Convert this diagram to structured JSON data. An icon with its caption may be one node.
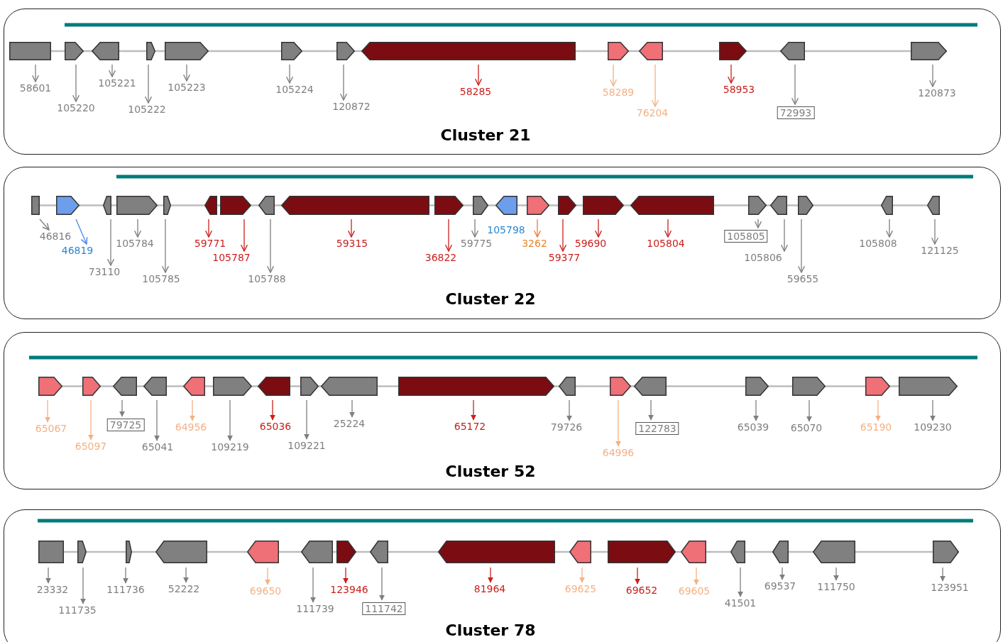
{
  "diagram": {
    "nodes": [
      {
        "text": [
          "Cluster 21"
        ]
      },
      {
        "text": [],
        "shape": "arrow",
        "in": 0
      },
      {
        "text": [
          "58601"
        ],
        "in": 0
      },
      {
        "text": [],
        "shape": "arrow",
        "in": 0
      },
      {
        "text": [
          "105220"
        ],
        "in": 0
      },
      {
        "text": [],
        "shape": "arrow",
        "in": 0
      },
      {
        "text": [
          "105221"
        ],
        "in": 0
      },
      {
        "text": [],
        "shape": "arrow",
        "in": 0
      },
      {
        "text": [
          "105222"
        ],
        "in": 0
      },
      {
        "text": [],
        "shape": "arrow",
        "in": 0
      },
      {
        "text": [
          "105223"
        ],
        "in": 0
      },
      {
        "text": [],
        "shape": "arrow",
        "in": 0
      },
      {
        "text": [
          "105224"
        ],
        "in": 0
      },
      {
        "text": [],
        "shape": "arrow",
        "in": 0
      },
      {
        "text": [
          "120872"
        ],
        "in": 0
      },
      {
        "text": [],
        "shape": "arrow",
        "in": 0
      },
      {
        "text": [
          "58285"
        ],
        "in": 0
      },
      {
        "text": [],
        "shape": "arrow",
        "in": 0
      },
      {
        "text": [
          "58289"
        ],
        "in": 0
      },
      {
        "text": [],
        "shape": "arrow",
        "in": 0
      },
      {
        "text": [
          "76204"
        ],
        "in": 0
      },
      {
        "text": [],
        "shape": "arrow",
        "in": 0
      },
      {
        "text": [
          "58953"
        ],
        "in": 0
      },
      {
        "text": [],
        "shape": "arrow",
        "in": 0
      },
      {
        "text": [
          "72993"
        ],
        "in": 0
      },
      {
        "text": [],
        "shape": "arrow",
        "in": 0
      },
      {
        "text": [
          "120873"
        ],
        "in": 0
      },
      {
        "text": [
          "Cluster 22"
        ]
      },
      {
        "text": [],
        "shape": "arrow",
        "in": 27
      },
      {
        "text": [
          "46816"
        ],
        "in": 27
      },
      {
        "text": [],
        "shape": "arrow",
        "in": 27
      },
      {
        "text": [
          "46819"
        ],
        "in": 27
      },
      {
        "text": [],
        "shape": "arrow",
        "in": 27
      },
      {
        "text": [
          "73110"
        ],
        "in": 27
      },
      {
        "text": [],
        "shape": "arrow",
        "in": 27
      },
      {
        "text": [
          "105784"
        ],
        "in": 27
      },
      {
        "text": [],
        "shape": "arrow",
        "in": 27
      },
      {
        "text": [
          "105785"
        ],
        "in": 27
      },
      {
        "text": [],
        "shape": "arrow",
        "in": 27
      },
      {
        "text": [
          "59771"
        ],
        "in": 27
      },
      {
        "text": [],
        "shape": "arrow",
        "in": 27
      },
      {
        "text": [
          "105787"
        ],
        "in": 27
      },
      {
        "text": [],
        "shape": "arrow",
        "in": 27
      },
      {
        "text": [
          "105788"
        ],
        "in": 27
      },
      {
        "text": [],
        "shape": "arrow",
        "in": 27
      },
      {
        "text": [
          "59315"
        ],
        "in": 27
      },
      {
        "text": [],
        "shape": "arrow",
        "in": 27
      },
      {
        "text": [
          "36822"
        ],
        "in": 27
      },
      {
        "text": [],
        "shape": "arrow",
        "in": 27
      },
      {
        "text": [
          "59775"
        ],
        "in": 27
      },
      {
        "text": [],
        "shape": "arrow",
        "in": 27,
        "beside": [
          "105798"
        ]
      },
      {
        "text": [],
        "shape": "arrow",
        "in": 27
      },
      {
        "text": [
          "3262"
        ],
        "in": 27
      },
      {
        "text": [],
        "shape": "arrow",
        "in": 27
      },
      {
        "text": [
          "59377"
        ],
        "in": 27
      },
      {
        "text": [],
        "shape": "arrow",
        "in": 27
      },
      {
        "text": [
          "59690"
        ],
        "in": 27
      },
      {
        "text": [],
        "shape": "arrow",
        "in": 27
      },
      {
        "text": [
          "105804"
        ],
        "in": 27
      },
      {
        "text": [],
        "shape": "arrow",
        "in": 27
      },
      {
        "text": [
          "105805"
        ],
        "in": 27
      },
      {
        "text": [],
        "shape": "arrow",
        "in": 27
      },
      {
        "text": [
          "105806"
        ],
        "in": 27
      },
      {
        "text": [],
        "shape": "arrow",
        "in": 27
      },
      {
        "text": [
          "59655"
        ],
        "in": 27
      },
      {
        "text": [],
        "shape": "arrow",
        "in": 27
      },
      {
        "text": [
          "105808"
        ],
        "in": 27
      },
      {
        "text": [],
        "shape": "arrow",
        "in": 27
      },
      {
        "text": [
          "121125"
        ],
        "in": 27
      },
      {
        "text": [
          "Cluster 52"
        ]
      },
      {
        "text": [],
        "shape": "arrow",
        "in": 69
      },
      {
        "text": [
          "65067"
        ],
        "in": 69
      },
      {
        "text": [],
        "shape": "arrow",
        "in": 69
      },
      {
        "text": [
          "65097"
        ],
        "in": 69
      },
      {
        "text": [],
        "shape": "arrow",
        "in": 69
      },
      {
        "text": [
          "79725"
        ],
        "in": 69
      },
      {
        "text": [],
        "shape": "arrow",
        "in": 69
      },
      {
        "text": [
          "65041"
        ],
        "in": 69
      },
      {
        "text": [],
        "shape": "arrow",
        "in": 69
      },
      {
        "text": [
          "64956"
        ],
        "in": 69
      },
      {
        "text": [],
        "shape": "arrow",
        "in": 69
      },
      {
        "text": [
          "109219"
        ],
        "in": 69
      },
      {
        "text": [],
        "shape": "arrow",
        "in": 69
      },
      {
        "text": [
          "65036"
        ],
        "in": 69
      },
      {
        "text": [],
        "shape": "arrow",
        "in": 69
      },
      {
        "text": [
          "109221"
        ],
        "in": 69
      },
      {
        "text": [],
        "shape": "arrow",
        "in": 69
      },
      {
        "text": [
          "25224"
        ],
        "in": 69
      },
      {
        "text": [],
        "shape": "arrow",
        "in": 69
      },
      {
        "text": [
          "65172"
        ],
        "in": 69
      },
      {
        "text": [],
        "shape": "arrow",
        "in": 69
      },
      {
        "text": [
          "79726"
        ],
        "in": 69
      },
      {
        "text": [],
        "shape": "arrow",
        "in": 69
      },
      {
        "text": [
          "64996"
        ],
        "in": 69
      },
      {
        "text": [],
        "shape": "arrow",
        "in": 69
      },
      {
        "text": [
          "122783"
        ],
        "in": 69
      },
      {
        "text": [],
        "shape": "arrow",
        "in": 69
      },
      {
        "text": [
          "65039"
        ],
        "in": 69
      },
      {
        "text": [],
        "shape": "arrow",
        "in": 69
      },
      {
        "text": [
          "65070"
        ],
        "in": 69
      },
      {
        "text": [],
        "shape": "arrow",
        "in": 69
      },
      {
        "text": [
          "65190"
        ],
        "in": 69
      },
      {
        "text": [],
        "shape": "arrow",
        "in": 69
      },
      {
        "text": [
          "109230"
        ],
        "in": 69
      },
      {
        "text": [
          "Cluster 78"
        ]
      },
      {
        "text": [],
        "shape": "arrow",
        "in": 104
      },
      {
        "text": [
          "23332"
        ],
        "in": 104
      },
      {
        "text": [],
        "shape": "arrow",
        "in": 104
      },
      {
        "text": [
          "111735"
        ],
        "in": 104
      },
      {
        "text": [],
        "shape": "arrow",
        "in": 104
      },
      {
        "text": [
          "111736"
        ],
        "in": 104
      },
      {
        "text": [],
        "shape": "arrow",
        "in": 104
      },
      {
        "text": [
          "52222"
        ],
        "in": 104
      },
      {
        "text": [],
        "shape": "arrow",
        "in": 104
      },
      {
        "text": [
          "69650"
        ],
        "in": 104
      },
      {
        "text": [],
        "shape": "arrow",
        "in": 104
      },
      {
        "text": [
          "111739"
        ],
        "in": 104
      },
      {
        "text": [],
        "shape": "arrow",
        "in": 104
      },
      {
        "text": [
          "123946"
        ],
        "in": 104
      },
      {
        "text": [],
        "shape": "arrow",
        "in": 104
      },
      {
        "text": [
          "111742"
        ],
        "in": 104
      },
      {
        "text": [],
        "shape": "arrow",
        "in": 104
      },
      {
        "text": [
          "81964"
        ],
        "in": 104
      },
      {
        "text": [],
        "shape": "arrow",
        "in": 104
      },
      {
        "text": [
          "69625"
        ],
        "in": 104
      },
      {
        "text": [],
        "shape": "arrow",
        "in": 104
      },
      {
        "text": [
          "69652"
        ],
        "in": 104
      },
      {
        "text": [],
        "shape": "arrow",
        "in": 104
      },
      {
        "text": [
          "69605"
        ],
        "in": 104
      },
      {
        "text": [],
        "shape": "arrow",
        "in": 104
      },
      {
        "text": [
          "41501"
        ],
        "in": 104
      },
      {
        "text": [],
        "shape": "arrow",
        "in": 104
      },
      {
        "text": [
          "69537"
        ],
        "in": 104
      },
      {
        "text": [],
        "shape": "arrow",
        "in": 104
      },
      {
        "text": [
          "111750"
        ],
        "in": 104
      },
      {
        "text": [],
        "shape": "arrow",
        "in": 104
      },
      {
        "text": [
          "123951"
        ],
        "in": 104
      }
    ],
    "edges": [
      {
        "from": 1,
        "to": 2,
        "arrow": "to"
      },
      {
        "from": 3,
        "to": 4,
        "arrow": "to"
      },
      {
        "from": 5,
        "to": 6,
        "arrow": "to"
      },
      {
        "from": 7,
        "to": 8,
        "arrow": "to"
      },
      {
        "from": 9,
        "to": 10,
        "arrow": "to"
      },
      {
        "from": 11,
        "to": 12,
        "arrow": "to"
      },
      {
        "from": 13,
        "to": 14,
        "arrow": "to"
      },
      {
        "from": 15,
        "to": 16,
        "arrow": "to",
        "color": "#c9211e"
      },
      {
        "from": 17,
        "to": 18,
        "arrow": "to",
        "color": "#f4b183"
      },
      {
        "from": 19,
        "to": 20,
        "arrow": "to",
        "color": "#f4b183"
      },
      {
        "from": 21,
        "to": 22,
        "arrow": "to",
        "color": "#c9211e"
      },
      {
        "from": 23,
        "to": 24,
        "arrow": "to"
      },
      {
        "from": 25,
        "to": 26,
        "arrow": "to"
      },
      {
        "from": 28,
        "to": 29,
        "arrow": "to"
      },
      {
        "from": 30,
        "to": 31,
        "arrow": "to",
        "color": "#4a86e8"
      },
      {
        "from": 32,
        "to": 33,
        "arrow": "to"
      },
      {
        "from": 34,
        "to": 35,
        "arrow": "to"
      },
      {
        "from": 36,
        "to": 37,
        "arrow": "to"
      },
      {
        "from": 38,
        "to": 39,
        "arrow": "to",
        "color": "#c9211e"
      },
      {
        "from": 40,
        "to": 41,
        "arrow": "to",
        "color": "#c9211e"
      },
      {
        "from": 42,
        "to": 43,
        "arrow": "to"
      },
      {
        "from": 44,
        "to": 45,
        "arrow": "to",
        "color": "#c9211e"
      },
      {
        "from": 46,
        "to": 47,
        "arrow": "to",
        "color": "#c9211e"
      },
      {
        "from": 48,
        "to": 49,
        "arrow": "to"
      },
      {
        "from": 51,
        "to": 52,
        "arrow": "to",
        "color": "#ed7d31"
      },
      {
        "from": 53,
        "to": 54,
        "arrow": "to",
        "color": "#c9211e"
      },
      {
        "from": 55,
        "to": 56,
        "arrow": "to",
        "color": "#c9211e"
      },
      {
        "from": 57,
        "to": 58,
        "arrow": "to",
        "color": "#c9211e"
      },
      {
        "from": 59,
        "to": 60,
        "arrow": "to"
      },
      {
        "from": 61,
        "to": 62,
        "arrow": "to"
      },
      {
        "from": 63,
        "to": 64,
        "arrow": "to"
      },
      {
        "from": 65,
        "to": 66,
        "arrow": "to"
      },
      {
        "from": 67,
        "to": 68,
        "arrow": "to"
      },
      {
        "from": 70,
        "to": 71,
        "arrow": "to",
        "color": "#f4b183"
      },
      {
        "from": 72,
        "to": 73,
        "arrow": "to",
        "color": "#f4b183"
      },
      {
        "from": 74,
        "to": 75,
        "arrow": "to"
      },
      {
        "from": 76,
        "to": 77,
        "arrow": "to"
      },
      {
        "from": 78,
        "to": 79,
        "arrow": "to",
        "color": "#f4b183"
      },
      {
        "from": 80,
        "to": 81,
        "arrow": "to"
      },
      {
        "from": 82,
        "to": 83,
        "arrow": "to",
        "color": "#c9211e"
      },
      {
        "from": 84,
        "to": 85,
        "arrow": "to"
      },
      {
        "from": 86,
        "to": 87,
        "arrow": "to"
      },
      {
        "from": 88,
        "to": 89,
        "arrow": "to",
        "color": "#c9211e"
      },
      {
        "from": 90,
        "to": 91,
        "arrow": "to"
      },
      {
        "from": 92,
        "to": 93,
        "arrow": "to",
        "color": "#f4b183"
      },
      {
        "from": 94,
        "to": 95,
        "arrow": "to"
      },
      {
        "from": 96,
        "to": 97,
        "arrow": "to"
      },
      {
        "from": 98,
        "to": 99,
        "arrow": "to"
      },
      {
        "from": 100,
        "to": 101,
        "arrow": "to",
        "color": "#f4b183"
      },
      {
        "from": 102,
        "to": 103,
        "arrow": "to"
      },
      {
        "from": 105,
        "to": 106,
        "arrow": "to"
      },
      {
        "from": 107,
        "to": 108,
        "arrow": "to"
      },
      {
        "from": 109,
        "to": 110,
        "arrow": "to"
      },
      {
        "from": 111,
        "to": 112,
        "arrow": "to"
      },
      {
        "from": 113,
        "to": 114,
        "arrow": "to",
        "color": "#f4b183"
      },
      {
        "from": 115,
        "to": 116,
        "arrow": "to"
      },
      {
        "from": 117,
        "to": 118,
        "arrow": "to",
        "color": "#c9211e"
      },
      {
        "from": 119,
        "to": 120,
        "arrow": "to"
      },
      {
        "from": 121,
        "to": 122,
        "arrow": "to",
        "color": "#c9211e"
      },
      {
        "from": 123,
        "to": 124,
        "arrow": "to",
        "color": "#f4b183"
      },
      {
        "from": 125,
        "to": 126,
        "arrow": "to",
        "color": "#c9211e"
      },
      {
        "from": 127,
        "to": 128,
        "arrow": "to",
        "color": "#f4b183"
      },
      {
        "from": 129,
        "to": 130,
        "arrow": "to"
      },
      {
        "from": 131,
        "to": 132,
        "arrow": "to"
      },
      {
        "from": 133,
        "to": 134,
        "arrow": "to"
      },
      {
        "from": 135,
        "to": 136,
        "arrow": "to"
      }
    ]
  }
}
